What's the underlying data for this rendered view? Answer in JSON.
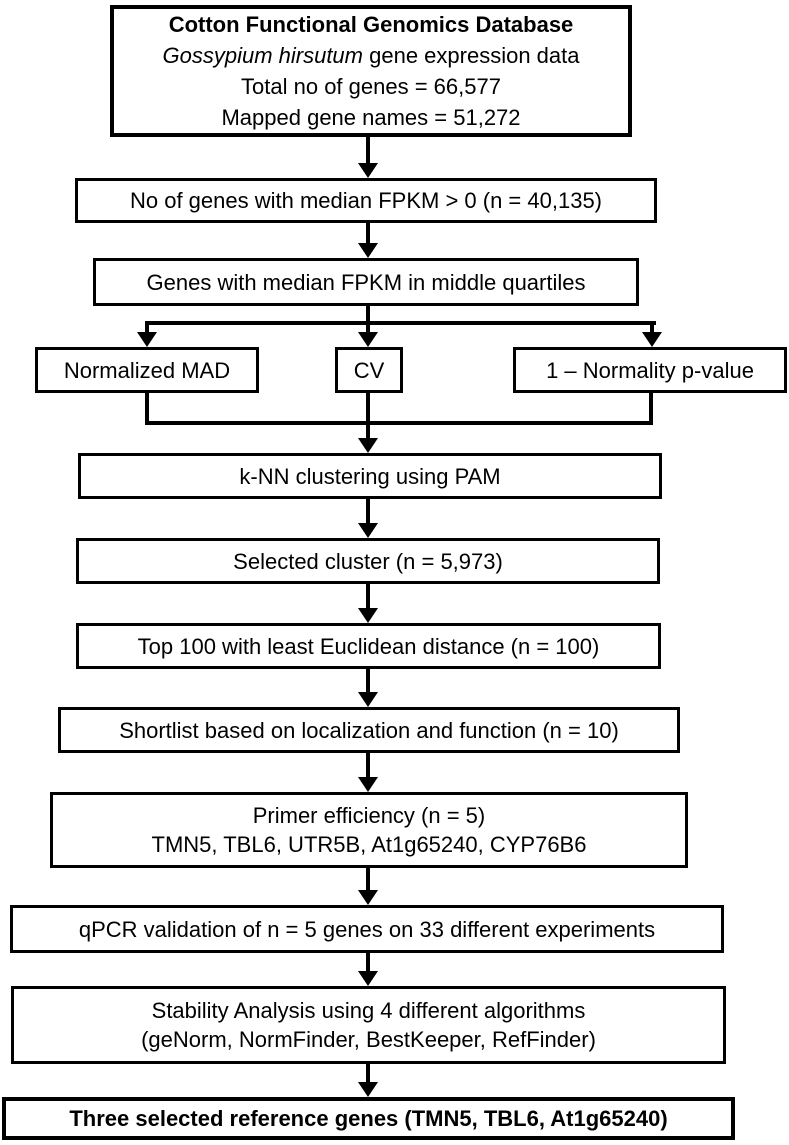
{
  "diagram": {
    "background_color": "#ffffff",
    "box_border_color": "#000000",
    "text_color": "#000000",
    "title_box": {
      "line1": "Cotton Functional Genomics Database",
      "line2_italic": "Gossypium hirsutum",
      "line2_rest": " gene expression data",
      "line3": "Total no of genes = 66,577",
      "line4": "Mapped gene names = 51,272"
    },
    "nodes": {
      "fpkm_filter": "No of genes with median FPKM > 0 (n = 40,135)",
      "quartiles": "Genes with median FPKM in middle quartiles",
      "mad": "Normalized MAD",
      "cv": "CV",
      "normality": "1 – Normality p-value",
      "knn": "k-NN clustering using PAM",
      "cluster": "Selected cluster (n = 5,973)",
      "top100": "Top 100 with least Euclidean distance (n = 100)",
      "shortlist": "Shortlist based on localization and function (n = 10)",
      "primer_line1": "Primer efficiency (n = 5)",
      "primer_line2": "TMN5, TBL6, UTR5B, At1g65240, CYP76B6",
      "qpcr": "qPCR validation of n = 5 genes on 33 different experiments",
      "stability_line1": "Stability Analysis using 4 different algorithms",
      "stability_line2": "(geNorm, NormFinder, BestKeeper, RefFinder)",
      "final": "Three selected reference genes (TMN5, TBL6, At1g65240)"
    }
  }
}
